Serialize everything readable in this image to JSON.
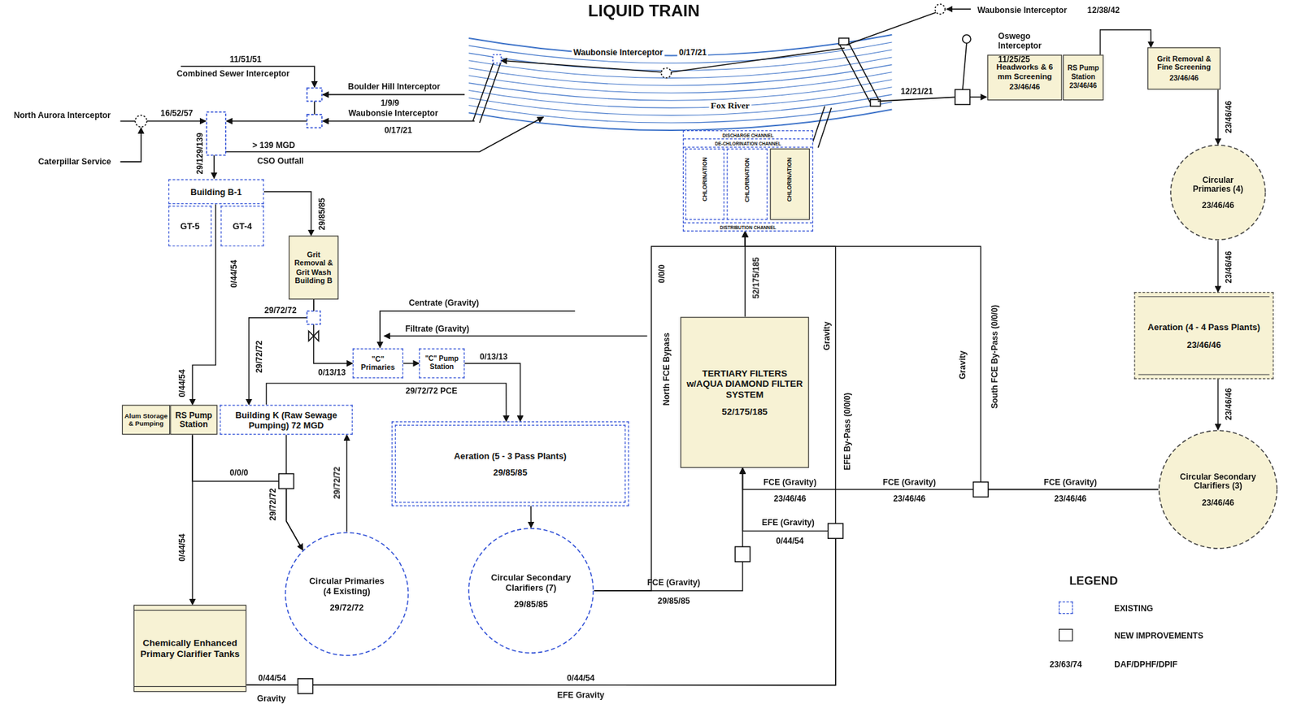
{
  "diagram": {
    "title": "LIQUID TRAIN",
    "nodes": [
      {
        "text": [
          "Grit Removal & Fine Screening",
          "23/46/46"
        ]
      },
      {
        "text": [
          "Headworks & 6 mm Screening",
          "23/46/46"
        ]
      },
      {
        "text": [
          "RS Pump Station",
          "23/46/46"
        ]
      },
      {
        "text": [
          "Circular Primaries (4)",
          "23/46/46"
        ]
      },
      {
        "text": [
          "Aeration (4 - 4 Pass Plants)",
          "23/46/46"
        ]
      },
      {
        "text": [
          "Circular Secondary Clarifiers (3)",
          "23/46/46"
        ]
      },
      {
        "text": [
          "DISCHARGE CHANNEL",
          "DE-CHLORINATION CHANNEL",
          "DISTRIBUTION CHANNEL"
        ]
      },
      {
        "text": [
          "CHLORINATION"
        ],
        "in": 6
      },
      {
        "text": [
          "CHLORINATION"
        ],
        "in": 6
      },
      {
        "text": [
          "CHLORINATION"
        ],
        "in": 6
      },
      {
        "text": [
          "Building B-1"
        ]
      },
      {
        "text": [
          "GT-5"
        ]
      },
      {
        "text": [
          "GT-4"
        ]
      },
      {
        "text": [
          "Grit Removal & Grit Wash Building B"
        ]
      },
      {
        "text": [
          "\"C\" Primaries"
        ]
      },
      {
        "text": [
          "\"C\" Pump Station"
        ]
      },
      {
        "text": [
          "TERTIARY FILTERS w/AQUA DIAMOND FILTER SYSTEM",
          "52/175/185"
        ]
      },
      {
        "text": [
          "Alum Storage & Pumping"
        ]
      },
      {
        "text": [
          "RS Pump Station"
        ]
      },
      {
        "text": [
          "Building K (Raw Sewage Pumping) 72 MGD"
        ]
      },
      {
        "text": [
          "Aeration (5 - 3 Pass Plants)",
          "29/85/85"
        ]
      },
      {
        "text": [
          "Circular Primaries (4 Existing)",
          "29/72/72"
        ]
      },
      {
        "text": [
          "Circular Secondary Clarifiers (7)",
          "29/85/85"
        ]
      },
      {
        "text": [
          "Chemically Enhanced Primary Clarifier Tanks"
        ]
      }
    ],
    "edges": [
      {
        "from": 2,
        "to": 0,
        "arrow": "to"
      },
      {
        "from": 0,
        "to": 3,
        "label": "23/46/46",
        "arrow": "to"
      },
      {
        "from": 3,
        "to": 4,
        "label": "23/46/46",
        "arrow": "to"
      },
      {
        "from": 4,
        "to": 5,
        "label": "23/46/46",
        "arrow": "to"
      },
      {
        "from": 5,
        "to": 16,
        "label": "FCE (Gravity)",
        "arrow": "to"
      },
      {
        "from": 5,
        "to": 6,
        "label": "South FCE By-Pass (0/0/0)",
        "arrow": "to"
      },
      {
        "from": 10,
        "to": 13,
        "label": "29/85/85",
        "arrow": "to"
      },
      {
        "from": 10,
        "to": 18,
        "label": "0/44/54",
        "arrow": "to"
      },
      {
        "from": 13,
        "to": 14,
        "label": "0/13/13",
        "arrow": "to"
      },
      {
        "from": 13,
        "to": 19,
        "label": "29/72/72",
        "arrow": "to"
      },
      {
        "from": 14,
        "to": 15,
        "arrow": "to"
      },
      {
        "from": 15,
        "to": 20,
        "label": "0/13/13",
        "arrow": "to"
      },
      {
        "from": 19,
        "to": 20,
        "label": "29/72/72 PCE",
        "arrow": "to"
      },
      {
        "from": 19,
        "to": 21,
        "label": "29/72/72",
        "arrow": "to"
      },
      {
        "from": 21,
        "to": 19,
        "label": "29/72/72",
        "arrow": "to"
      },
      {
        "from": 18,
        "to": 23,
        "label": "0/44/54",
        "arrow": "to"
      },
      {
        "from": 18,
        "to": 21,
        "label": "0/0/0",
        "arrow": "to"
      },
      {
        "from": 20,
        "to": 22,
        "arrow": "to"
      },
      {
        "from": 22,
        "to": 16,
        "label": "FCE (Gravity)",
        "arrow": "to"
      },
      {
        "from": 22,
        "to": 6,
        "label": "North FCE Bypass",
        "arrow": "to"
      },
      {
        "from": 23,
        "to": 16,
        "label": "EFE Gravity",
        "arrow": "to"
      },
      {
        "from": 23,
        "to": 6,
        "label": "EFE By-Pass (0/0/0)",
        "arrow": "to"
      },
      {
        "from": 16,
        "to": 6,
        "label": "52/175/185",
        "arrow": "to"
      }
    ],
    "labels": [
      "Waubonsie Interceptor",
      "12/38/42",
      "Oswego Interceptor",
      "11/25/25",
      "Waubonsie Interceptor",
      "0/17/21",
      "Fox River",
      "12/21/21",
      "11/51/51",
      "Combined Sewer Interceptor",
      "Boulder Hill Interceptor",
      "1/9/9",
      "Waubonsie Interceptor",
      "0/17/21",
      "North Aurora Interceptor",
      "16/52/57",
      "Caterpillar Service",
      "29/129/139",
      "> 139 MGD",
      "CSO Outfall",
      "0/44/54",
      "29/72/72",
      "Centrate (Gravity)",
      "Filtrate (Gravity)",
      "0/44/54",
      "Gravity",
      "0/44/54",
      "29/85/85",
      "0/0/0",
      "Gravity",
      "Gravity",
      "FCE (Gravity)",
      "23/46/46",
      "FCE (Gravity)",
      "23/46/46",
      "23/46/46",
      "EFE (Gravity)",
      "0/44/54",
      "LEGEND",
      "23/63/74",
      "DAF/DPHF/DPIF"
    ],
    "legend": [
      {
        "text": "EXISTING"
      },
      {
        "text": "NEW IMPROVEMENTS"
      }
    ]
  }
}
